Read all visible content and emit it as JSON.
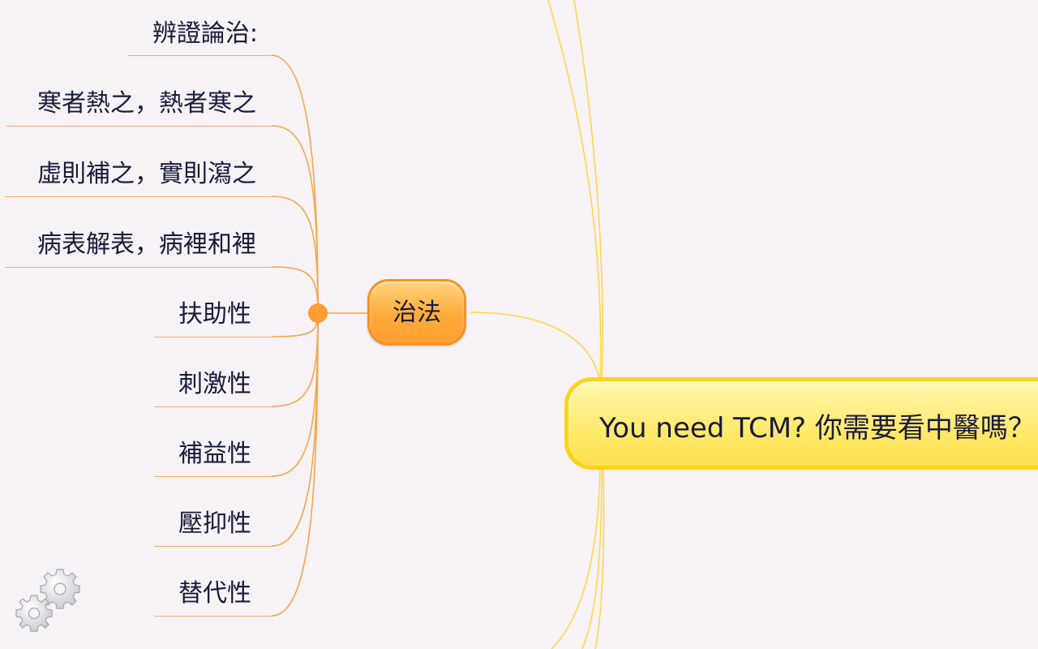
{
  "central_topic": {
    "label": "You need TCM? 你需要看中醫嗎？"
  },
  "main_topic": {
    "label": "治法"
  },
  "subtopics": [
    {
      "label": "辨證論治:"
    },
    {
      "label": "寒者熱之，熱者寒之"
    },
    {
      "label": "虛則補之，實則瀉之"
    },
    {
      "label": "病表解表，病裡和裡"
    },
    {
      "label": "扶助性"
    },
    {
      "label": "刺激性"
    },
    {
      "label": "補益性"
    },
    {
      "label": "壓抑性"
    },
    {
      "label": "替代性"
    }
  ],
  "colors": {
    "main_branch": "#f5a64a",
    "central_branch": "#ffd318",
    "background": "#f6f2f6"
  },
  "icons": {
    "settings": "gear-icon"
  }
}
